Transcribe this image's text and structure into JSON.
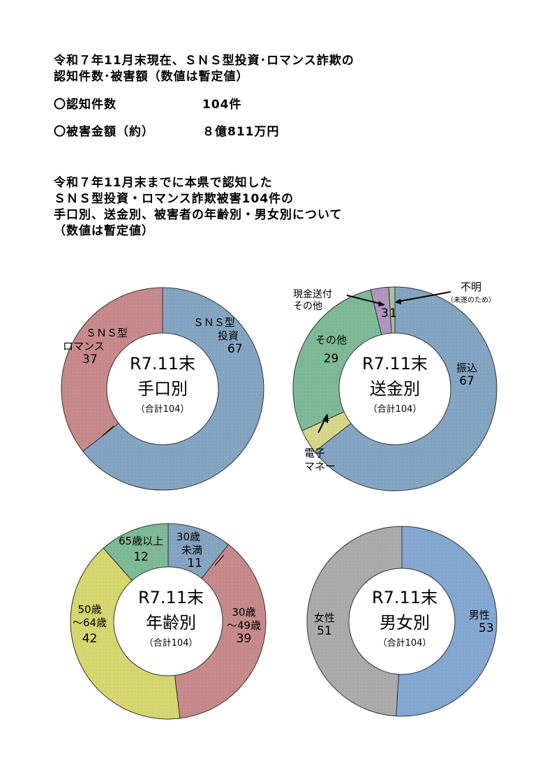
{
  "header": {
    "line1": "令和７年11月末現在、ＳＮＳ型投資･ロマンス詐欺の",
    "line2": "認知件数･被害額（数値は暫定値）",
    "count_label": "〇認知件数",
    "count_value": "104件",
    "amount_label": "〇被害金額（約）",
    "amount_value": "８億811万円",
    "line3": "令和７年11月末までに本県で認知した",
    "line4": "ＳＮＳ型投資・ロマンス詐欺被害104件の",
    "line5": "手口別、送金別、被害者の年齢別・男女別について",
    "line6": "（数値は暫定値）"
  },
  "chart_data": [
    {
      "type": "pie",
      "title": "R7.11末",
      "subtitle": "手口別",
      "total_label": "（合計104）",
      "categories": [
        "ＳＮＳ型投資",
        "ＳＮＳ型ロマンス"
      ],
      "values": [
        67,
        37
      ],
      "colors": [
        "#5b9bd5",
        "#e06666"
      ],
      "labels": [
        {
          "l1": "ＳＮＳ型",
          "l2": "投資"
        },
        {
          "l1": "ＳＮＳ型",
          "l2": "ロマンス"
        }
      ]
    },
    {
      "type": "pie",
      "title": "R7.11末",
      "subtitle": "送金別",
      "total_label": "（合計104）",
      "categories": [
        "振込",
        "電子マネー",
        "その他",
        "現金送付その他",
        "不明"
      ],
      "values": [
        67,
        4,
        29,
        3,
        1
      ],
      "colors": [
        "#5b9bd5",
        "#ffff66",
        "#4fc47f",
        "#b07fd0",
        "#a9d18e"
      ],
      "labels": [
        {
          "l1": "振込"
        },
        {
          "l1": "電子",
          "l2": "マネー"
        },
        {
          "l1": "その他"
        },
        {
          "l1": "現金送付",
          "l2": "その他"
        },
        {
          "l1": "不明",
          "note": "（未遂のため）"
        }
      ]
    },
    {
      "type": "pie",
      "title": "R7.11末",
      "subtitle": "年齢別",
      "total_label": "（合計104）",
      "categories": [
        "30歳未満",
        "30歳～49歳",
        "50歳～64歳",
        "65歳以上"
      ],
      "values": [
        11,
        39,
        42,
        12
      ],
      "colors": [
        "#5b9bd5",
        "#e06666",
        "#ffff33",
        "#4fc47f"
      ],
      "labels": [
        {
          "l1": "30歳",
          "l2": "未満"
        },
        {
          "l1": "30歳",
          "l2": "～49歳"
        },
        {
          "l1": "50歳",
          "l2": "～64歳"
        },
        {
          "l1": "65歳以上"
        }
      ]
    },
    {
      "type": "pie",
      "title": "R7.11末",
      "subtitle": "男女別",
      "total_label": "（合計104）",
      "categories": [
        "男性",
        "女性"
      ],
      "values": [
        53,
        51
      ],
      "colors": [
        "#5ba3f5",
        "#a8a8a8"
      ],
      "labels": [
        {
          "l1": "男性"
        },
        {
          "l1": "女性"
        }
      ]
    }
  ]
}
